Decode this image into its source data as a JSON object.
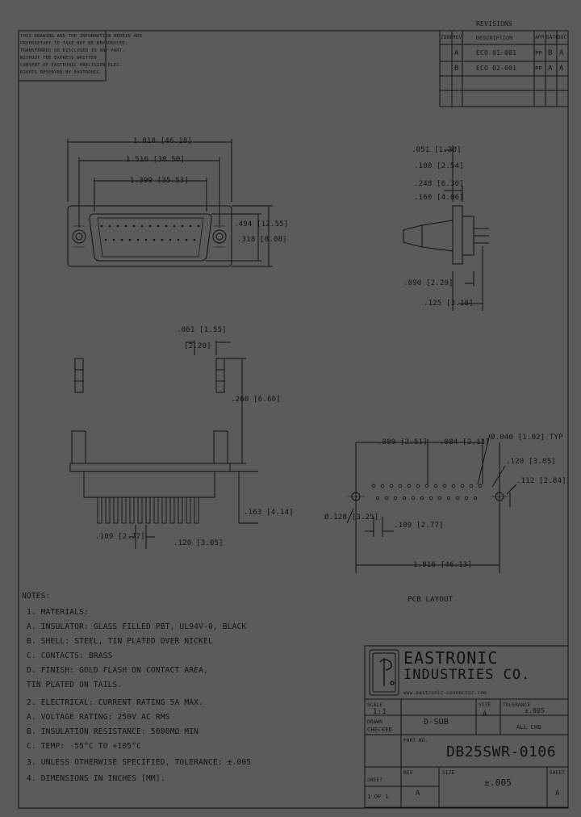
{
  "proprietary_notice": [
    "THIS DRAWING AND THE INFORMATION HEREIN ARE",
    "PROPRIETARY TO TAKE NOT BE REPRODUCED,",
    "TRANSFERRED OR DISCLOSED IN ANY PART,",
    "WITHOUT THE EXPRESS WRITTEN",
    "CONSENT OF EASTRONIC PRECISION ELEC.",
    "RIGHTS RESERVED BY EASTRONIC."
  ],
  "revision_table": {
    "title": "REVISIONS",
    "headers": [
      "ZONE",
      "REV",
      "DESCRIPTION",
      "APP",
      "DATE",
      "DOC"
    ],
    "rows": [
      [
        "",
        "A",
        "ECO 01-001",
        "PP",
        "B",
        "A"
      ],
      [
        "",
        "B",
        "ECO 02-001",
        "PP",
        "A",
        "A"
      ]
    ]
  },
  "front_view_dims": {
    "overall": "1.818 [46.18]",
    "flange_holes": "1.516 [38.50]",
    "shell": "1.399 [35.53]",
    "height_a": ".494 [12.55]",
    "height_b": ".318 [8.08]"
  },
  "side_view_dims": {
    "d1": ".051 [1.30]",
    "d2": ".100 [2.54]",
    "d3": ".248 [6.30]",
    "d4": ".160 [4.06]",
    "d5": ".090 [2.29]",
    "d6": ".125 [3.18]"
  },
  "profile_view_dims": {
    "top": ".061 [1.55]",
    "top_bracket": "[2.20]",
    "height": ".260 [6.60]",
    "base": ".163 [4.14]",
    "pitch": ".109 [2.77]",
    "bottom": ".120 [3.05]"
  },
  "pcb_layout": {
    "label": "PCB LAYOUT",
    "dims": {
      "left": ".099 [2.51]",
      "mid": ".084 [2.13]",
      "holes": "Ø.040 [1.02] TYP",
      "hole_dia": ".120 [3.05]",
      "row": ".112 [2.84]",
      "diag": "Ø.128 [3.25]",
      "pitch": ".109 [2.77]",
      "overall": "1.816 [46.13]"
    }
  },
  "notes": {
    "header": "NOTES:",
    "lines": [
      "1. MATERIALS:",
      "   A. INSULATOR: GLASS FILLED PBT, UL94V-0, BLACK",
      "   B. SHELL: STEEL, TIN PLATED OVER NICKEL",
      "   C. CONTACTS: BRASS",
      "   D. FINISH: GOLD FLASH ON CONTACT AREA,",
      "      TIN PLATED ON TAILS.",
      "2. ELECTRICAL: CURRENT RATING 5A MAX.",
      "   A. VOLTAGE RATING: 250V AC RMS",
      "   B. INSULATION RESISTANCE: 5000MΩ MIN",
      "   C. TEMP: -55°C TO +105°C",
      "3. UNLESS OTHERWISE SPECIFIED, TOLERANCE: ±.005",
      "4. DIMENSIONS IN INCHES [MM]."
    ]
  },
  "title_block": {
    "company_line1": "EASTRONIC",
    "company_line2": "INDUSTRIES CO.",
    "company_sub": "www.eastronic-connector.com",
    "scale_label": "SCALE",
    "scale_value": "1:1",
    "drawn_label": "DRAWN",
    "drawn_value": "CHECKED",
    "title_value": "D-SUB",
    "part_label": "PART NO.",
    "part_number": "DB25SWR-0106",
    "rev_label": "REV",
    "rev_value": "A",
    "doc_number": "ALL CHG",
    "sheet_label": "SHEET",
    "sheet_value": "1 OF 1",
    "size_label": "SIZE",
    "size_value": "A",
    "tol_label": "TOLERANCE",
    "tol_value": "±.005"
  }
}
